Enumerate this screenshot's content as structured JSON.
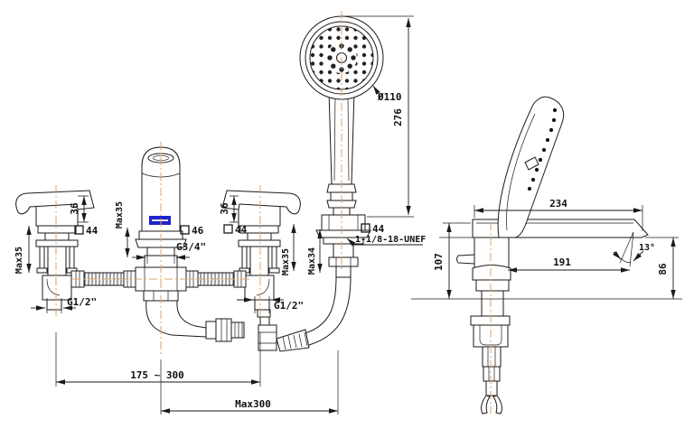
{
  "drawing_title": "deck-mounted bath faucet with hand shower - dimensioned engineering drawing",
  "colors": {
    "line": "#1a1a1a",
    "centerline": "#e2a368",
    "logo": "#2222cc"
  },
  "front": {
    "dia": "Ø110",
    "len276": "276",
    "h36": "36",
    "sq44": "44",
    "sq46": "46",
    "max35": "Max35",
    "max34": "Max34",
    "g12": "G1/2\"",
    "g34": "G3/4\"",
    "unef": "1-1/8-18-UNEF",
    "range": "175 ~ 300",
    "max300": "Max300"
  },
  "side": {
    "w234": "234",
    "h107": "107",
    "w191": "191",
    "h86": "86",
    "ang13": "13°"
  }
}
